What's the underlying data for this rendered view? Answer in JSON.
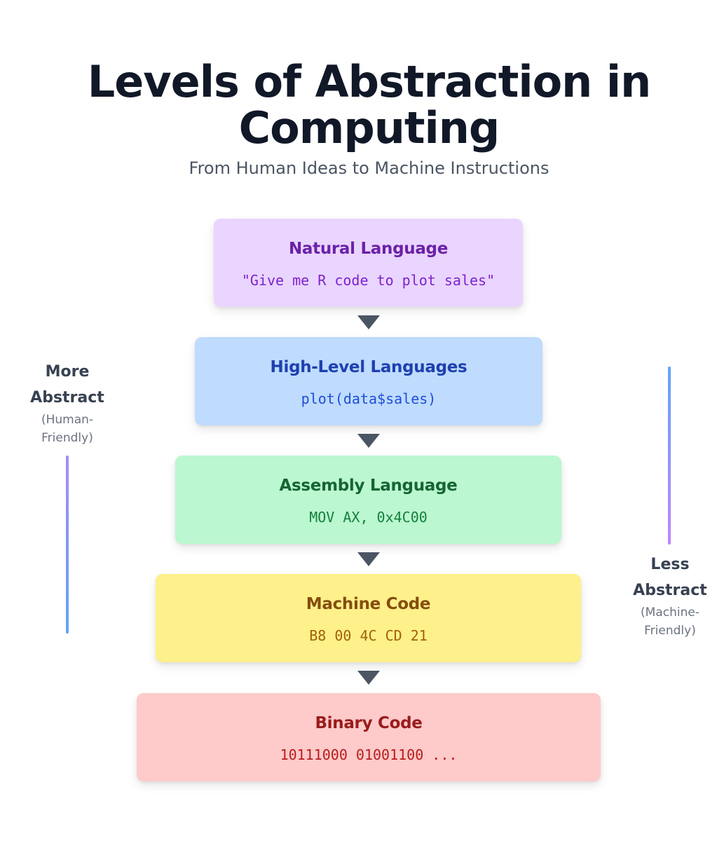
{
  "header": {
    "title_line1": "Levels of Abstraction in",
    "title_line2": "Computing",
    "subtitle": "From Human Ideas to Machine Instructions"
  },
  "levels": [
    {
      "name": "Natural Language",
      "example": "\"Give me R code to plot sales\"",
      "bg": "#e9d5ff",
      "name_color": "#6b21a8",
      "example_color": "#7e22ce"
    },
    {
      "name": "High-Level Languages",
      "example": "plot(data$sales)",
      "bg": "#bfdbfe",
      "name_color": "#1e40af",
      "example_color": "#1d4ed8"
    },
    {
      "name": "Assembly Language",
      "example": "MOV AX, 0x4C00",
      "bg": "#bbf7d0",
      "name_color": "#166534",
      "example_color": "#15803d"
    },
    {
      "name": "Machine Code",
      "example": "B8 00 4C CD 21",
      "bg": "#fef08a",
      "name_color": "#854d0e",
      "example_color": "#a16207"
    },
    {
      "name": "Binary Code",
      "example": "10111000 01001100 ...",
      "bg": "#fecaca",
      "name_color": "#991b1b",
      "example_color": "#b91c1c"
    }
  ],
  "left_label": {
    "line1": "More",
    "line2": "Abstract",
    "sub1": "(Human-",
    "sub2": "Friendly)",
    "bar_gradient": [
      "#a78bfa",
      "#60a5fa"
    ]
  },
  "right_label": {
    "line1": "Less",
    "line2": "Abstract",
    "sub1": "(Machine-",
    "sub2": "Friendly)",
    "bar_gradient": [
      "#60a5fa",
      "#c084fc"
    ]
  },
  "arrow_color": "#4b5563"
}
